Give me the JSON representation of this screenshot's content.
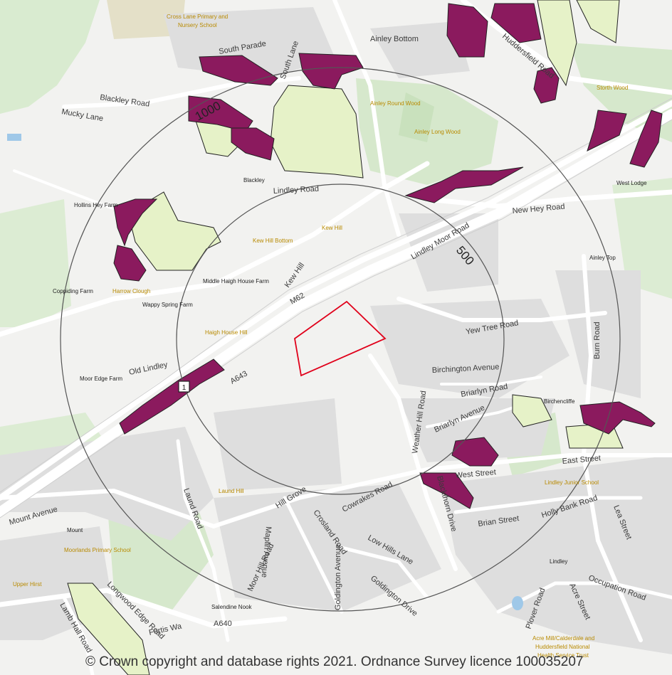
{
  "colors": {
    "background": "#f2f2f0",
    "woodland": "#d6e8cc",
    "park": "#cfe6c2",
    "road": "#ffffff",
    "built": "#dcdcdc",
    "site_outline": "#e0001a",
    "zone_purple": "#8b1a5e",
    "zone_light": "#e6f2c8",
    "buffer_ring": "#555555"
  },
  "buffers": {
    "outer_label": "1000",
    "inner_label": "500"
  },
  "marker": {
    "label": "1"
  },
  "labels": {
    "cross_lane_school": "Cross Lane Primary and",
    "nursery_school": "Nursery School",
    "south_parade": "South Parade",
    "south_lane": "South Lane",
    "ainley_bottom": "Ainley Bottom",
    "huddersfield_road": "Huddersfield Road",
    "blackley_road": "Blackley Road",
    "mucky_lane": "Mucky Lane",
    "ainley_round_wood": "Ainley Round Wood",
    "ainley_long_wood": "Ainley Long Wood",
    "storth_wood": "Storth Wood",
    "blackley": "Blackley",
    "lindley_road": "Lindley Road",
    "west_lodge": "West Lodge",
    "hollins_hey_farm": "Hollins Hey Farm",
    "new_hey_road": "New Hey Road",
    "kew_hill_farm": "Kew Hill",
    "kew_hill_bottom": "Kew Hill Bottom",
    "lindley_moor_road": "Lindley Moor Road",
    "ainley_top": "Ainley Top",
    "middle_haigh": "Middle Haigh House Farm",
    "kew_hill_road": "Kew Hill",
    "m62": "M62",
    "coppiding_farm": "Coppiding Farm",
    "harrow_clough": "Harrow Clough",
    "wappy_spring": "Wappy Spring Farm",
    "haigh_house_hill": "Haigh House Hill",
    "yew_tree_road": "Yew Tree Road",
    "burn_road": "Burn Road",
    "moor_edge_farm": "Moor Edge Farm",
    "old_lindley": "Old Lindley",
    "a643": "A643",
    "birchington_avenue": "Birchington Avenue",
    "briarlyn_road": "Briarlyn Road",
    "briarlyn_avenue": "Briarlyn Avenue",
    "weather_hill_road": "Weather Hill Road",
    "birchencliffe": "Birchencliffe",
    "east_street": "East Street",
    "west_street": "West Street",
    "lindley_junior_school": "Lindley Junior School",
    "cowrakes_road": "Cowrakes Road",
    "laund_hill": "Laund Hill",
    "blackthorn_drive": "Blackthorn Drive",
    "brian_street": "Brian Street",
    "holly_bank_road": "Holly Bank Road",
    "lea_street": "Lea Street",
    "mount_avenue": "Mount Avenue",
    "mount": "Mount",
    "laund_road": "Laund Road",
    "hill_grove": "Hill Grove",
    "crosland_road": "Crosland Road",
    "maplin_avenue": "Maplin Avenue",
    "low_hills_lane": "Low Hills Lane",
    "moorlands_school": "Moorlands Primary School",
    "moor_hill_road": "Moor Hill Road",
    "goldington_avenue": "Goldington Avenue",
    "goldington_drive": "Goldington Drive",
    "lindley": "Lindley",
    "upper_hirst": "Upper Hirst",
    "acre_street": "Acre Street",
    "occupation_road": "Occupation Road",
    "plover_road": "Plover Road",
    "lamb_hall_road": "Lamb Hall Road",
    "longwood_edge_road": "Longwood Edge Road",
    "fortis_way": "Fortis Wa",
    "salendine_nook": "Salendine Nook",
    "a640": "A640",
    "acre_mill": "Acre Mill/Calderdale and",
    "hudd_national": "Huddersfield National",
    "health_trust": "Health Service Trust"
  },
  "copyright": "© Crown copyright and database rights 2021. Ordnance Survey licence 100035207"
}
